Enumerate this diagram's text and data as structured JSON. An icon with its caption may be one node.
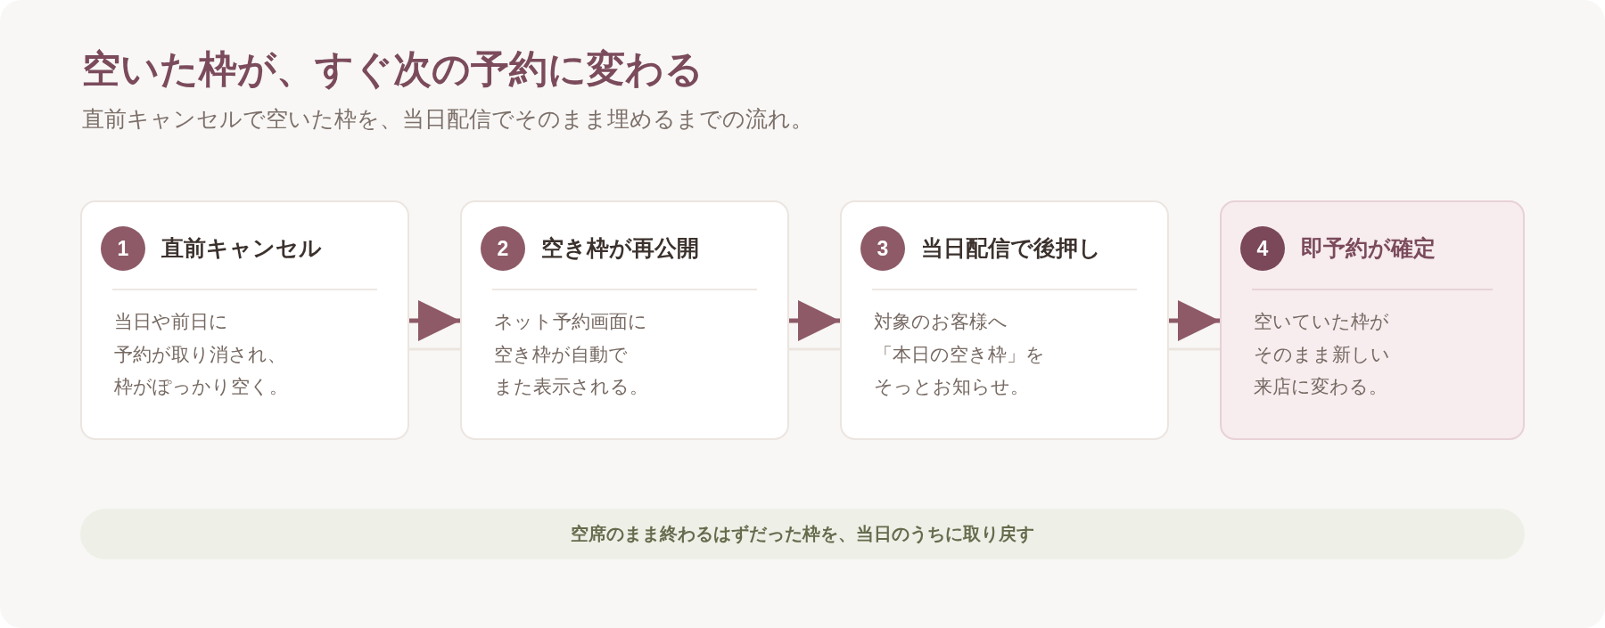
{
  "diagram": {
    "title": "空いた枠が、すぐ次の予約に変わる",
    "nodes": [
      {
        "text": [
          "直前キャンセル",
          "当日や前日に予約が取り消され、枠がぽっかり空く。"
        ]
      },
      {
        "text": [
          "1"
        ],
        "in": 0
      },
      {
        "text": [
          "空き枠が再公開",
          "ネット予約画面に空き枠が自動でまた表示される。"
        ]
      },
      {
        "text": [
          "2"
        ],
        "in": 2
      },
      {
        "text": [
          "当日配信で後押し",
          "対象のお客様へ「本日の空き枠」をそっとお知らせ。"
        ]
      },
      {
        "text": [
          "3"
        ],
        "in": 4
      },
      {
        "text": [
          "即予約が確定",
          "空いていた枠がそのまま新しい来店に変わる。"
        ]
      },
      {
        "text": [
          "4"
        ],
        "in": 6
      },
      {
        "text": [
          "空席のまま終わるはずだった枠を、当日のうちに取り戻す"
        ]
      }
    ],
    "edges": [
      {
        "from": 0,
        "to": 2,
        "arrow": "to"
      },
      {
        "from": 2,
        "to": 4,
        "arrow": "to"
      },
      {
        "from": 4,
        "to": 6,
        "arrow": "to"
      },
      {
        "from": 0,
        "to": 2,
        "arrow": "none",
        "color": "#ebe5df"
      },
      {
        "from": 2,
        "to": 4,
        "arrow": "none",
        "color": "#ebe5df"
      },
      {
        "from": 4,
        "to": 6,
        "arrow": "none",
        "color": "#ebe5df"
      }
    ],
    "labels": [
      "直前キャンセルで空いた枠を、当日配信でそのまま埋めるまでの流れ。"
    ]
  }
}
